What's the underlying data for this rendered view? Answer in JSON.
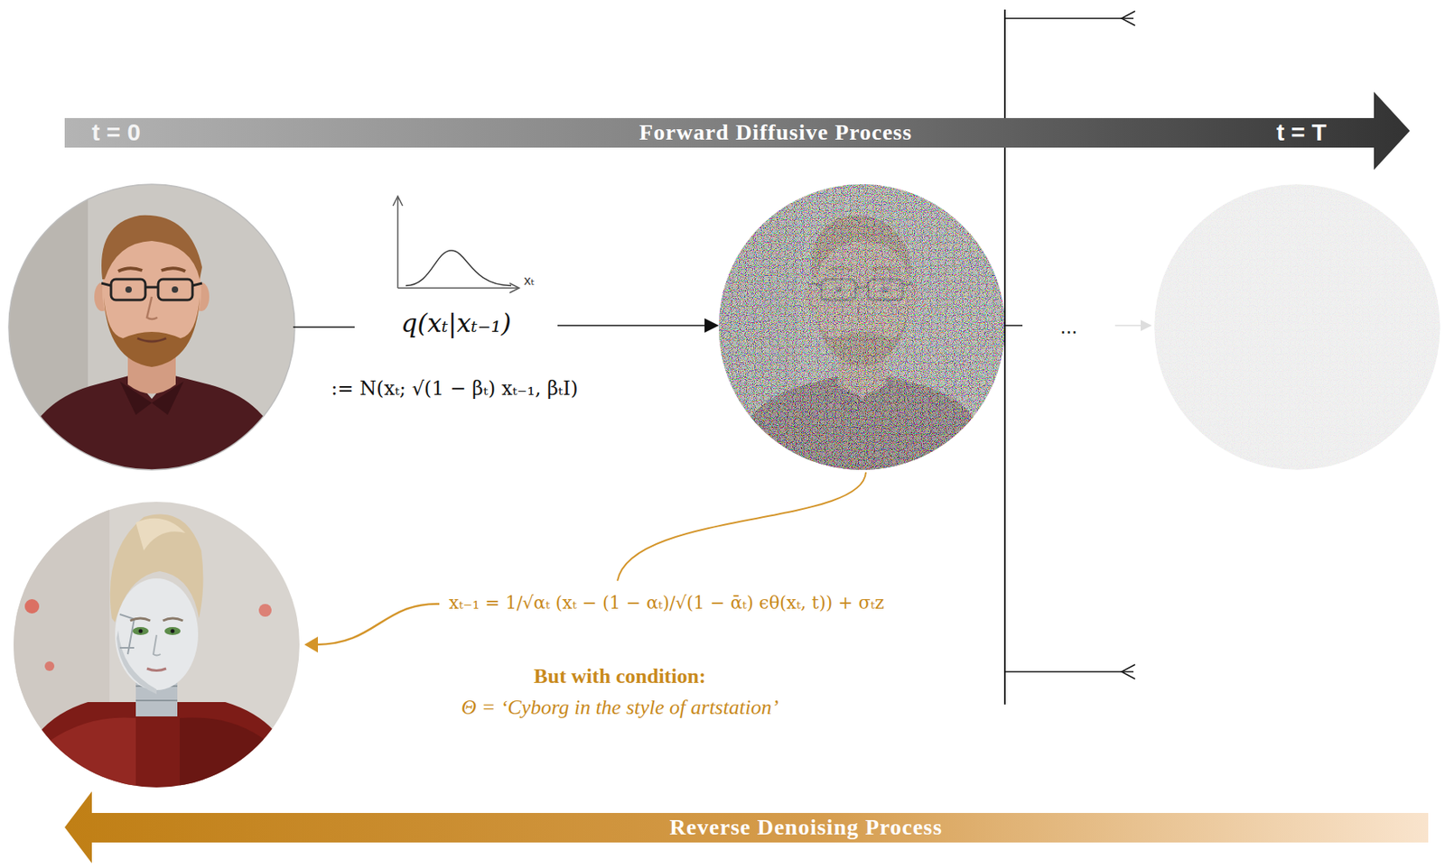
{
  "diagram": {
    "nodes": [
      {
        "text": [
          "t = 0",
          "Forward Diffusive Process",
          "t = T"
        ]
      },
      {
        "text": [
          "Reverse Denoising Process"
        ]
      }
    ],
    "labels": [
      "xₜ",
      "q(xₜ|xₜ₋₁)",
      ":= N(xₜ; √(1 − βₜ) xₜ₋₁, βₜI)",
      "...",
      "xₜ₋₁ = 1/√αₜ (xₜ − (1 − αₜ)/√(1 − ᾱₜ) ϵθ(xₜ, t)) + σₜz",
      "But with condition:",
      "Θ = ‘Cyborg in the style of artstation’"
    ]
  }
}
